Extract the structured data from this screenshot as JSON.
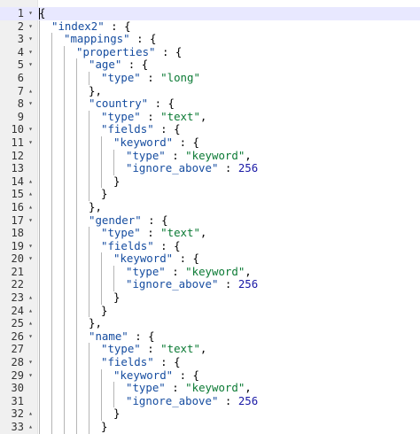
{
  "editor": {
    "lines": [
      {
        "n": "1",
        "fold": "▾",
        "indent": 0,
        "parts": [
          {
            "t": "{",
            "c": "punc"
          }
        ]
      },
      {
        "n": "2",
        "fold": "▾",
        "indent": 1,
        "parts": [
          {
            "t": "\"index2\"",
            "c": "key"
          },
          {
            "t": " : {",
            "c": "punc"
          }
        ]
      },
      {
        "n": "3",
        "fold": "▾",
        "indent": 2,
        "parts": [
          {
            "t": "\"mappings\"",
            "c": "key"
          },
          {
            "t": " : {",
            "c": "punc"
          }
        ]
      },
      {
        "n": "4",
        "fold": "▾",
        "indent": 3,
        "parts": [
          {
            "t": "\"properties\"",
            "c": "key"
          },
          {
            "t": " : {",
            "c": "punc"
          }
        ]
      },
      {
        "n": "5",
        "fold": "▾",
        "indent": 4,
        "parts": [
          {
            "t": "\"age\"",
            "c": "key"
          },
          {
            "t": " : {",
            "c": "punc"
          }
        ]
      },
      {
        "n": "6",
        "fold": "",
        "indent": 5,
        "parts": [
          {
            "t": "\"type\"",
            "c": "key"
          },
          {
            "t": " : ",
            "c": "punc"
          },
          {
            "t": "\"long\"",
            "c": "str"
          }
        ]
      },
      {
        "n": "7",
        "fold": "▴",
        "indent": 4,
        "parts": [
          {
            "t": "},",
            "c": "punc"
          }
        ]
      },
      {
        "n": "8",
        "fold": "▾",
        "indent": 4,
        "parts": [
          {
            "t": "\"country\"",
            "c": "key"
          },
          {
            "t": " : {",
            "c": "punc"
          }
        ]
      },
      {
        "n": "9",
        "fold": "",
        "indent": 5,
        "parts": [
          {
            "t": "\"type\"",
            "c": "key"
          },
          {
            "t": " : ",
            "c": "punc"
          },
          {
            "t": "\"text\"",
            "c": "str"
          },
          {
            "t": ",",
            "c": "punc"
          }
        ]
      },
      {
        "n": "10",
        "fold": "▾",
        "indent": 5,
        "parts": [
          {
            "t": "\"fields\"",
            "c": "key"
          },
          {
            "t": " : {",
            "c": "punc"
          }
        ]
      },
      {
        "n": "11",
        "fold": "▾",
        "indent": 6,
        "parts": [
          {
            "t": "\"keyword\"",
            "c": "key"
          },
          {
            "t": " : {",
            "c": "punc"
          }
        ]
      },
      {
        "n": "12",
        "fold": "",
        "indent": 7,
        "parts": [
          {
            "t": "\"type\"",
            "c": "key"
          },
          {
            "t": " : ",
            "c": "punc"
          },
          {
            "t": "\"keyword\"",
            "c": "str"
          },
          {
            "t": ",",
            "c": "punc"
          }
        ]
      },
      {
        "n": "13",
        "fold": "",
        "indent": 7,
        "parts": [
          {
            "t": "\"ignore_above\"",
            "c": "key"
          },
          {
            "t": " : ",
            "c": "punc"
          },
          {
            "t": "256",
            "c": "num"
          }
        ]
      },
      {
        "n": "14",
        "fold": "▴",
        "indent": 6,
        "parts": [
          {
            "t": "}",
            "c": "punc"
          }
        ]
      },
      {
        "n": "15",
        "fold": "▴",
        "indent": 5,
        "parts": [
          {
            "t": "}",
            "c": "punc"
          }
        ]
      },
      {
        "n": "16",
        "fold": "▴",
        "indent": 4,
        "parts": [
          {
            "t": "},",
            "c": "punc"
          }
        ]
      },
      {
        "n": "17",
        "fold": "▾",
        "indent": 4,
        "parts": [
          {
            "t": "\"gender\"",
            "c": "key"
          },
          {
            "t": " : {",
            "c": "punc"
          }
        ]
      },
      {
        "n": "18",
        "fold": "",
        "indent": 5,
        "parts": [
          {
            "t": "\"type\"",
            "c": "key"
          },
          {
            "t": " : ",
            "c": "punc"
          },
          {
            "t": "\"text\"",
            "c": "str"
          },
          {
            "t": ",",
            "c": "punc"
          }
        ]
      },
      {
        "n": "19",
        "fold": "▾",
        "indent": 5,
        "parts": [
          {
            "t": "\"fields\"",
            "c": "key"
          },
          {
            "t": " : {",
            "c": "punc"
          }
        ]
      },
      {
        "n": "20",
        "fold": "▾",
        "indent": 6,
        "parts": [
          {
            "t": "\"keyword\"",
            "c": "key"
          },
          {
            "t": " : {",
            "c": "punc"
          }
        ]
      },
      {
        "n": "21",
        "fold": "",
        "indent": 7,
        "parts": [
          {
            "t": "\"type\"",
            "c": "key"
          },
          {
            "t": " : ",
            "c": "punc"
          },
          {
            "t": "\"keyword\"",
            "c": "str"
          },
          {
            "t": ",",
            "c": "punc"
          }
        ]
      },
      {
        "n": "22",
        "fold": "",
        "indent": 7,
        "parts": [
          {
            "t": "\"ignore_above\"",
            "c": "key"
          },
          {
            "t": " : ",
            "c": "punc"
          },
          {
            "t": "256",
            "c": "num"
          }
        ]
      },
      {
        "n": "23",
        "fold": "▴",
        "indent": 6,
        "parts": [
          {
            "t": "}",
            "c": "punc"
          }
        ]
      },
      {
        "n": "24",
        "fold": "▴",
        "indent": 5,
        "parts": [
          {
            "t": "}",
            "c": "punc"
          }
        ]
      },
      {
        "n": "25",
        "fold": "▴",
        "indent": 4,
        "parts": [
          {
            "t": "},",
            "c": "punc"
          }
        ]
      },
      {
        "n": "26",
        "fold": "▾",
        "indent": 4,
        "parts": [
          {
            "t": "\"name\"",
            "c": "key"
          },
          {
            "t": " : {",
            "c": "punc"
          }
        ]
      },
      {
        "n": "27",
        "fold": "",
        "indent": 5,
        "parts": [
          {
            "t": "\"type\"",
            "c": "key"
          },
          {
            "t": " : ",
            "c": "punc"
          },
          {
            "t": "\"text\"",
            "c": "str"
          },
          {
            "t": ",",
            "c": "punc"
          }
        ]
      },
      {
        "n": "28",
        "fold": "▾",
        "indent": 5,
        "parts": [
          {
            "t": "\"fields\"",
            "c": "key"
          },
          {
            "t": " : {",
            "c": "punc"
          }
        ]
      },
      {
        "n": "29",
        "fold": "▾",
        "indent": 6,
        "parts": [
          {
            "t": "\"keyword\"",
            "c": "key"
          },
          {
            "t": " : {",
            "c": "punc"
          }
        ]
      },
      {
        "n": "30",
        "fold": "",
        "indent": 7,
        "parts": [
          {
            "t": "\"type\"",
            "c": "key"
          },
          {
            "t": " : ",
            "c": "punc"
          },
          {
            "t": "\"keyword\"",
            "c": "str"
          },
          {
            "t": ",",
            "c": "punc"
          }
        ]
      },
      {
        "n": "31",
        "fold": "",
        "indent": 7,
        "parts": [
          {
            "t": "\"ignore_above\"",
            "c": "key"
          },
          {
            "t": " : ",
            "c": "punc"
          },
          {
            "t": "256",
            "c": "num"
          }
        ]
      },
      {
        "n": "32",
        "fold": "▴",
        "indent": 6,
        "parts": [
          {
            "t": "}",
            "c": "punc"
          }
        ]
      },
      {
        "n": "33",
        "fold": "▴",
        "indent": 5,
        "parts": [
          {
            "t": "}",
            "c": "punc"
          }
        ]
      }
    ],
    "colors": {
      "key": "#164da0",
      "string": "#0b7a34",
      "number": "#1a1aa6",
      "gutter": "#f0f0f0",
      "active_line": "#e8e8ff"
    }
  }
}
